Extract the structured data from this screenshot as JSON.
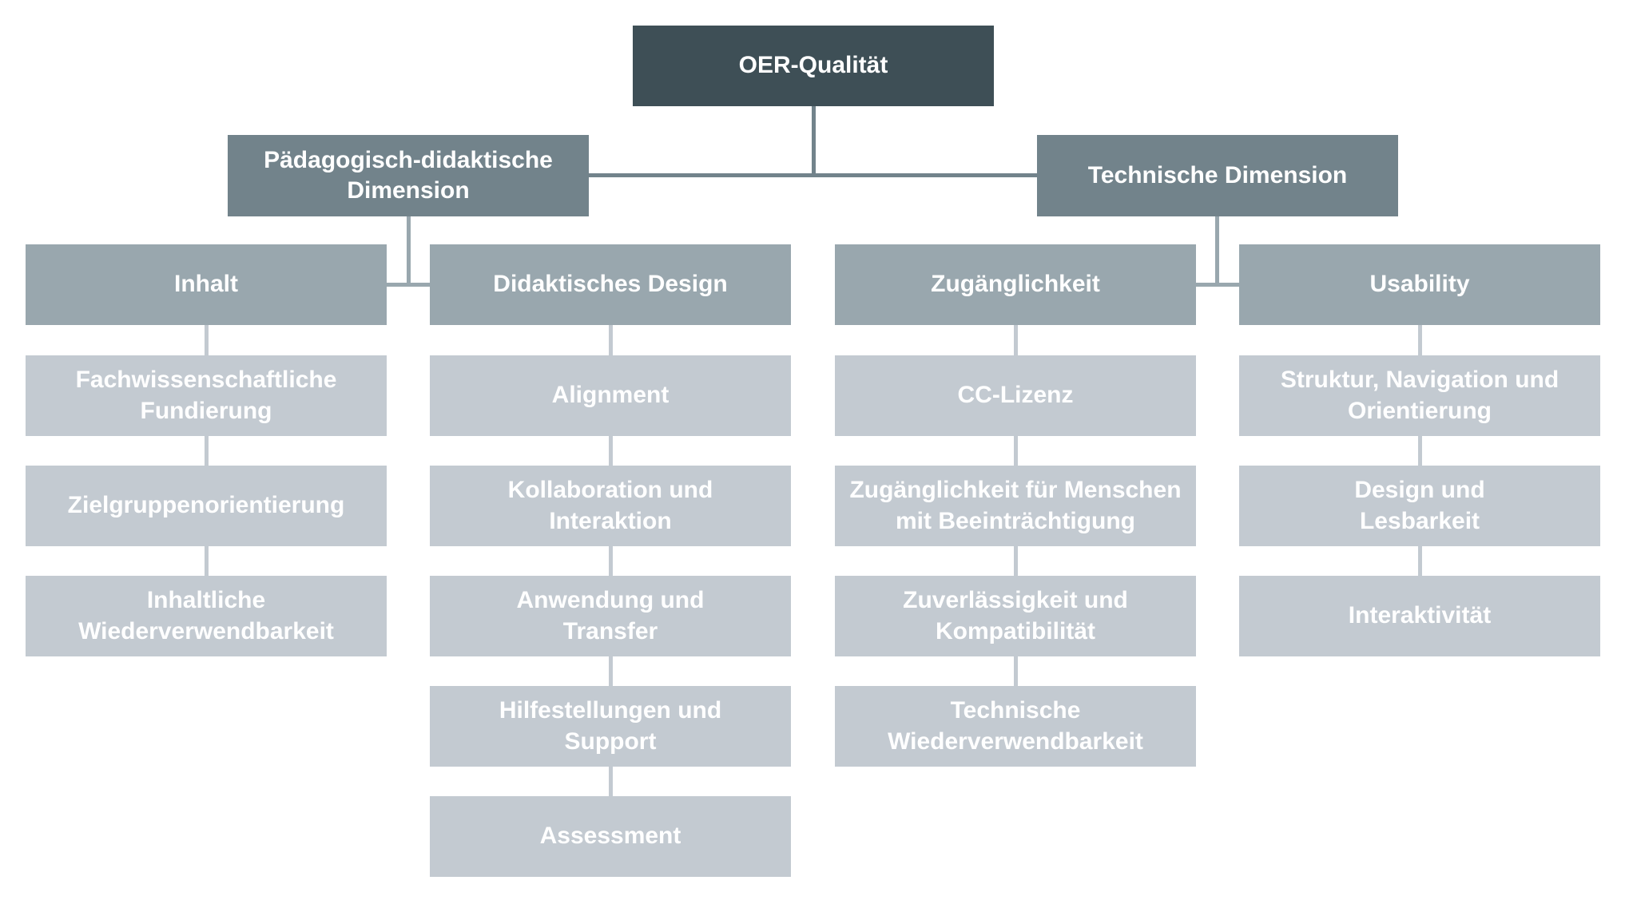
{
  "colors": {
    "level1_fill": "#3E4F56",
    "level2_fill": "#72838B",
    "level3_fill": "#99A7AE",
    "level4_fill": "#C3CAD1",
    "text": "#FFFFFF",
    "background": "#FFFFFF",
    "connector_level1": "#72838B",
    "connector_level2": "#99A7AE",
    "connector_level3": "#C3CAD1"
  },
  "hierarchy": {
    "root": "OER-Qualität",
    "children": [
      {
        "label": "Pädagogisch-didaktische\nDimension",
        "children": [
          {
            "label": "Inhalt",
            "children": [
              "Fachwissenschaftliche\nFundierung",
              "Zielgruppenorientierung",
              "Inhaltliche\nWiederverwendbarkeit"
            ]
          },
          {
            "label": "Didaktisches Design",
            "children": [
              "Alignment",
              "Kollaboration und\nInteraktion",
              "Anwendung und\nTransfer",
              "Hilfestellungen und\nSupport",
              "Assessment"
            ]
          }
        ]
      },
      {
        "label": "Technische Dimension",
        "children": [
          {
            "label": "Zugänglichkeit",
            "children": [
              "CC-Lizenz",
              "Zugänglichkeit für Menschen\nmit Beeinträchtigung",
              "Zuverlässigkeit und\nKompatibilität",
              "Technische\nWiederverwendbarkeit"
            ]
          },
          {
            "label": "Usability",
            "children": [
              "Struktur, Navigation und\nOrientierung",
              "Design und\nLesbarkeit",
              "Interaktivität"
            ]
          }
        ]
      }
    ]
  }
}
